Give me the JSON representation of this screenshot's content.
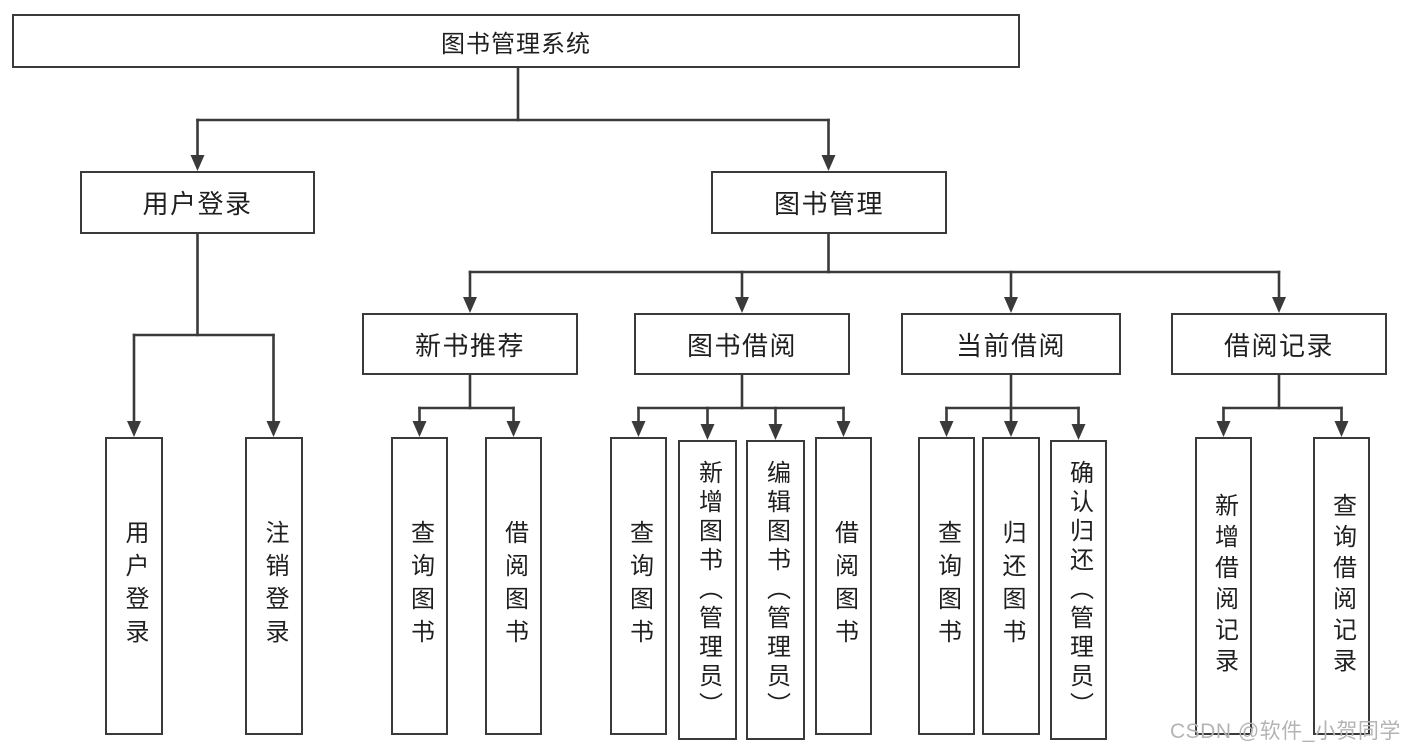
{
  "diagram": {
    "type": "hierarchy-tree",
    "tree": {
      "root": {
        "label": "图书管理系统"
      },
      "branches": [
        {
          "label": "用户登录",
          "children": [
            {
              "label": "用户登录"
            },
            {
              "label": "注销登录"
            }
          ]
        },
        {
          "label": "图书管理",
          "children": [
            {
              "label": "新书推荐",
              "children": [
                {
                  "label": "查询图书"
                },
                {
                  "label": "借阅图书"
                }
              ]
            },
            {
              "label": "图书借阅",
              "children": [
                {
                  "label": "查询图书"
                },
                {
                  "label": "新增图书（管理员）"
                },
                {
                  "label": "编辑图书（管理员）"
                },
                {
                  "label": "借阅图书"
                }
              ]
            },
            {
              "label": "当前借阅",
              "children": [
                {
                  "label": "查询图书"
                },
                {
                  "label": "归还图书"
                },
                {
                  "label": "确认归还（管理员）"
                }
              ]
            },
            {
              "label": "借阅记录",
              "children": [
                {
                  "label": "新增借阅记录"
                },
                {
                  "label": "查询借阅记录"
                }
              ]
            }
          ]
        }
      ]
    },
    "colors": {
      "background": "#ffffff",
      "line": "#3a3a3a",
      "box_border": "#3a3a3a",
      "text": "#1f1f1f"
    }
  },
  "watermark": {
    "text": "CSDN @软件_小贺同学",
    "color": "#b4b4b4"
  }
}
